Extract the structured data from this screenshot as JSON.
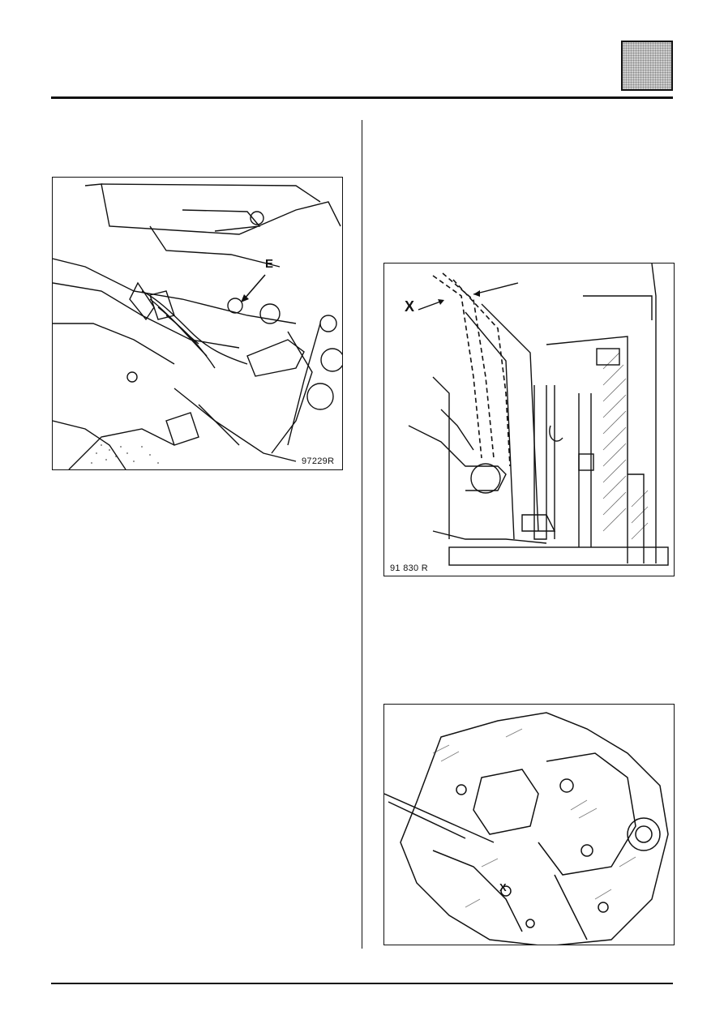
{
  "page": {
    "tab_colors": {
      "fill": "#cfcfcf",
      "dots": "#8a8a8a",
      "border": "#111111"
    }
  },
  "figures": [
    {
      "ref": "97229R",
      "callouts": [
        "E"
      ]
    },
    {
      "ref": "91 830 R",
      "callouts": [
        "X"
      ]
    },
    {
      "ref": "",
      "callouts": [
        "X"
      ]
    }
  ]
}
